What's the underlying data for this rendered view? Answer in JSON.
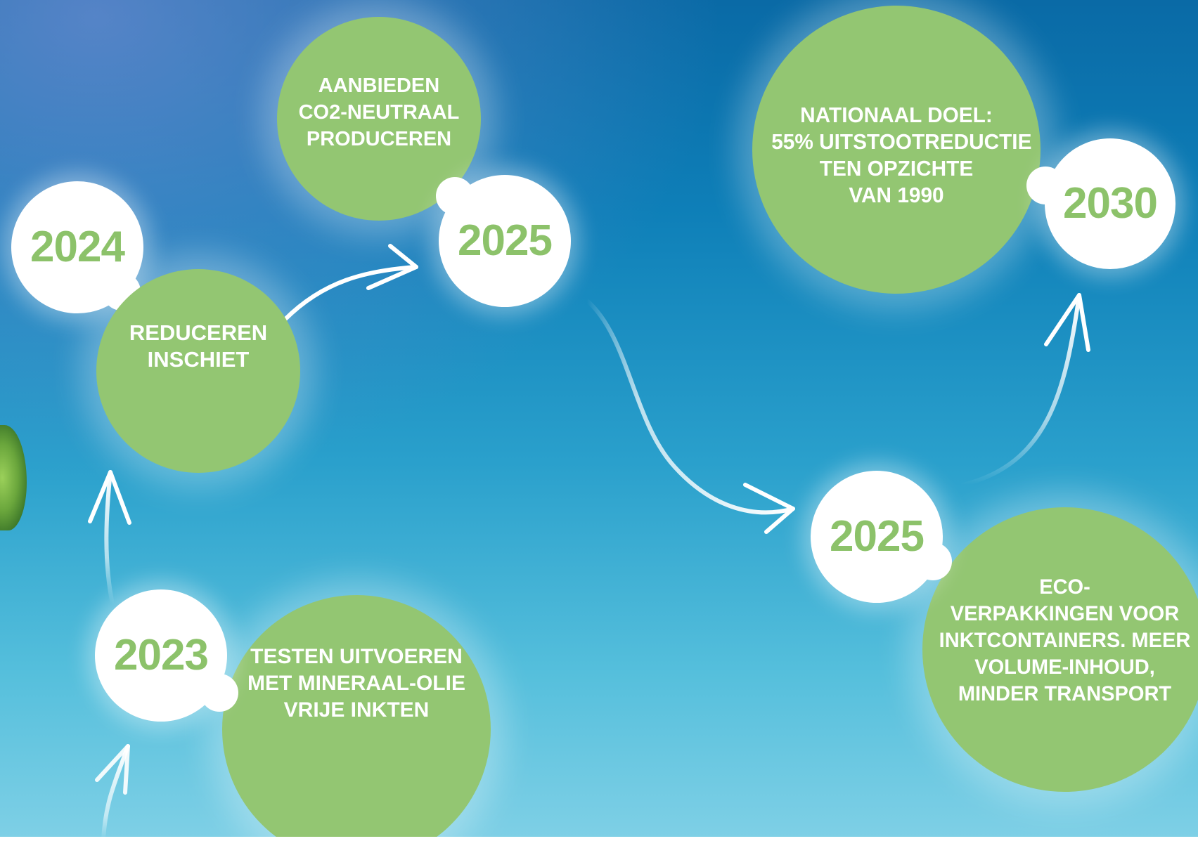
{
  "milestones": [
    {
      "id": "2023",
      "year": "2023",
      "text": "TESTEN UITVOEREN\nMET MINERAAL-OLIE\nVRIJE INKTEN"
    },
    {
      "id": "2024",
      "year": "2024",
      "text": "REDUCEREN\nINSCHIET"
    },
    {
      "id": "2025a",
      "year": "2025",
      "text": "AANBIEDEN\nCO2-NEUTRAAL\nPRODUCEREN"
    },
    {
      "id": "2025b",
      "year": "2025",
      "text": "ECO-\nVERPAKKINGEN VOOR\nINKTCONTAINERS. MEER\nVOLUME-INHOUD,\nMINDER TRANSPORT"
    },
    {
      "id": "2030",
      "year": "2030",
      "text": "NATIONAAL DOEL:\n55% UITSTOOTREDUCTIE\nTEN OPZICHTE\nVAN 1990"
    }
  ],
  "colors": {
    "green": "#93c672",
    "year_text": "#8cc26a",
    "white": "#ffffff",
    "sky_top": "#0a6aa6",
    "sky_bottom": "#7fd0e6"
  }
}
